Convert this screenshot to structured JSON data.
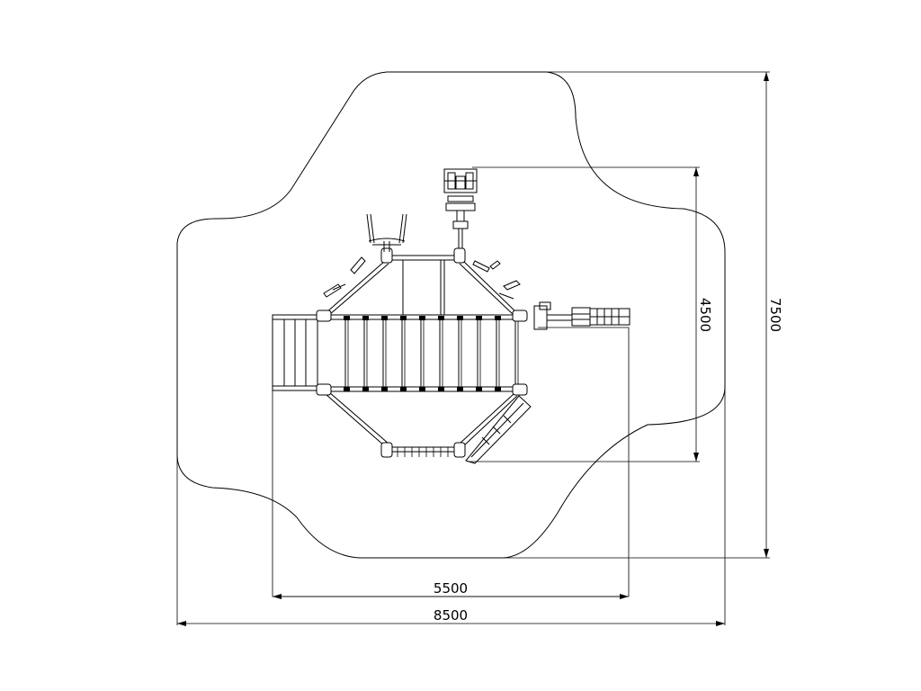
{
  "drawing": {
    "background": "#ffffff",
    "line_color": "#000000",
    "dimensions": {
      "overall_width": "8500",
      "inner_width": "5500",
      "overall_height": "7500",
      "inner_height": "4500"
    }
  }
}
